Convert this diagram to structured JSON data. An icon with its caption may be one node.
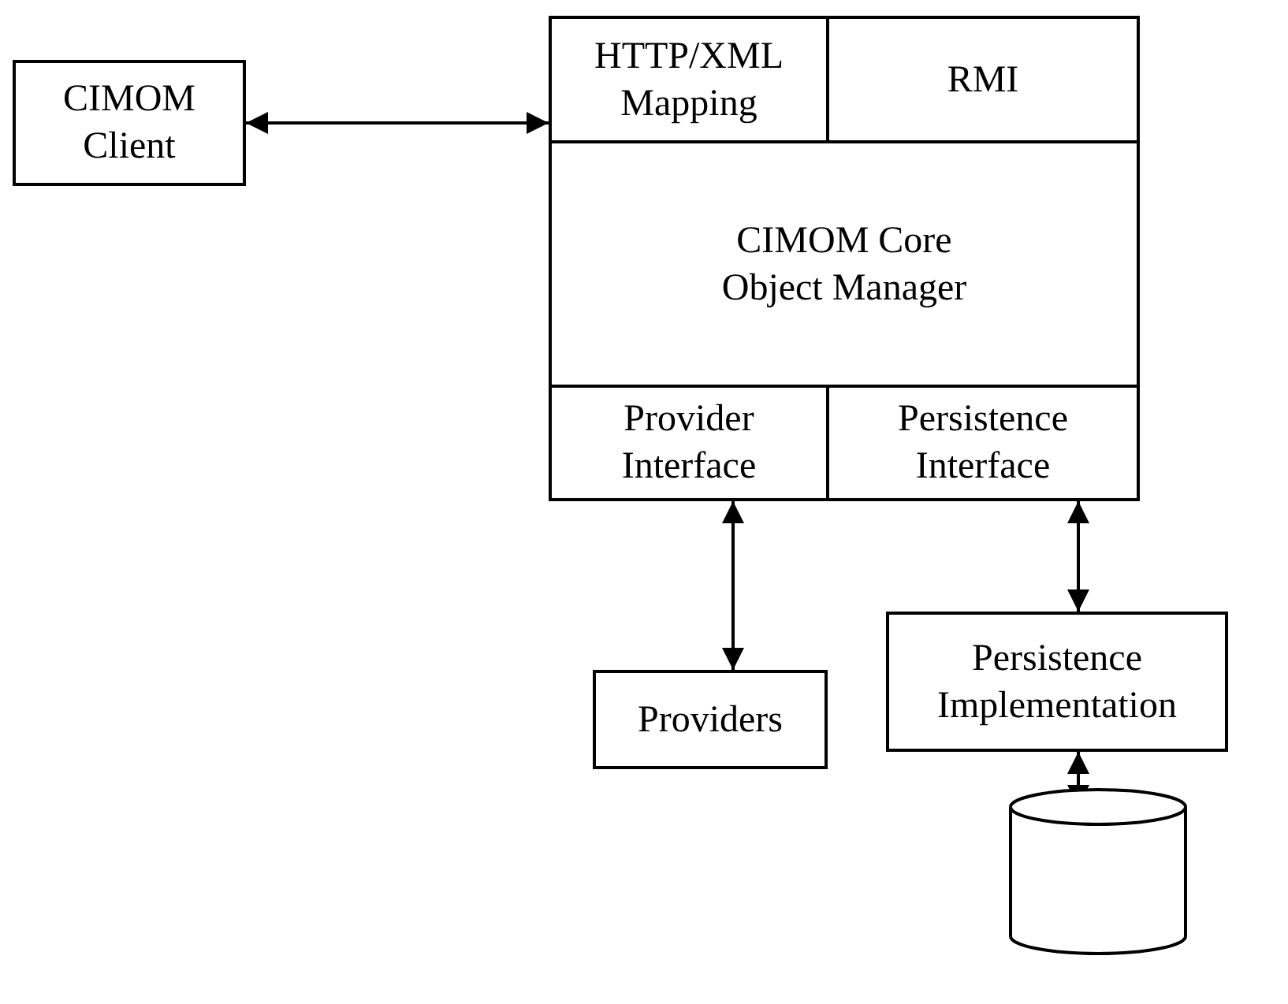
{
  "diagram": {
    "nodes": [
      {
        "text": [
          "CIMOM Client"
        ]
      },
      {
        "text": [
          "HTTP/XML Mapping"
        ]
      },
      {
        "text": [
          "RMI"
        ]
      },
      {
        "text": [
          "CIMOM Core Object Manager"
        ]
      },
      {
        "text": [
          "Provider Interface"
        ]
      },
      {
        "text": [
          "Persistence Interface"
        ]
      },
      {
        "text": [
          "Providers"
        ]
      },
      {
        "text": [
          "Persistence Implementation"
        ]
      },
      {
        "text": [],
        "shape": "cylinder"
      }
    ],
    "edges": [
      {
        "from": 0,
        "to": 1,
        "arrow": "both"
      },
      {
        "from": 4,
        "to": 6,
        "arrow": "both"
      },
      {
        "from": 5,
        "to": 7,
        "arrow": "both"
      },
      {
        "from": 7,
        "to": 8,
        "arrow": "both"
      }
    ]
  }
}
